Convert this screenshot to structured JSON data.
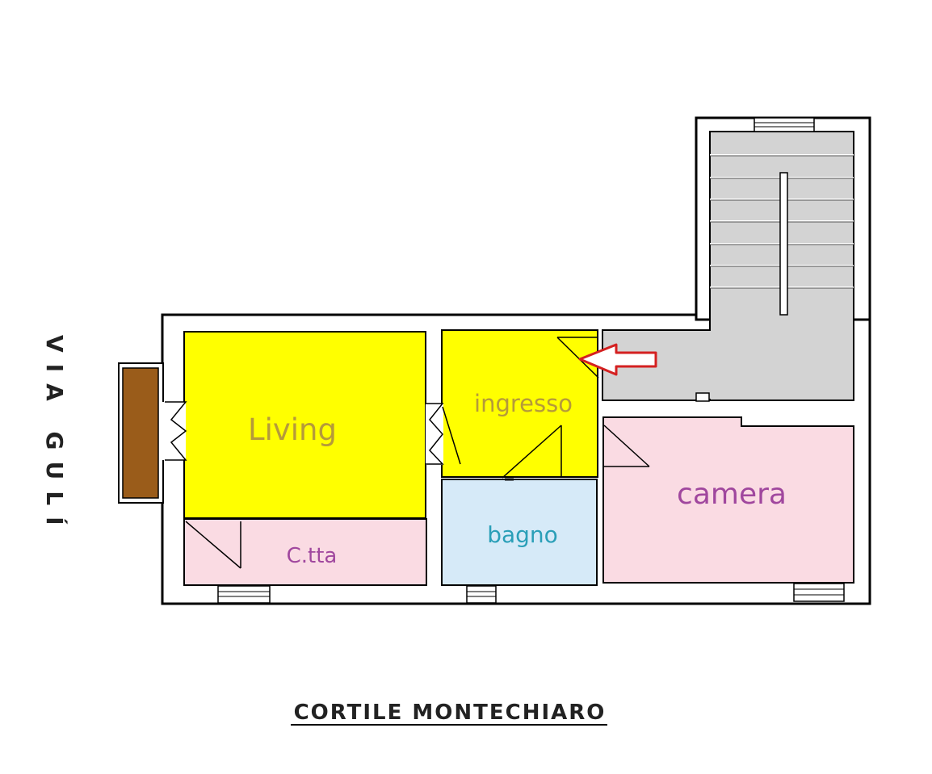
{
  "plan": {
    "rooms": {
      "living": "Living",
      "ingresso": "ingresso",
      "bagno": "bagno",
      "camera": "camera",
      "cucinotta": "C.tta"
    },
    "street_label": "VIA GULÍ",
    "courtyard_label": "CORTILE MONTECHIARO",
    "colors": {
      "living": "#ffff00",
      "ingresso": "#ffff00",
      "bagno": "#d6eaf8",
      "camera": "#fadbe3",
      "cucinotta": "#fadbe3",
      "stair": "#d3d3d3",
      "balcony": "#9a5c1a",
      "arrow": "#d42020",
      "label_living": "#b59a3a",
      "label_ingresso": "#b59a3a",
      "label_bagno": "#2a9fb8",
      "label_camera": "#a0479e",
      "label_cucinotta": "#a0479e"
    },
    "icons": {
      "entrance": "arrow-left-icon"
    }
  }
}
